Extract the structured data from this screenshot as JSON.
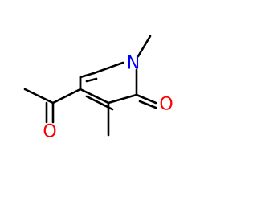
{
  "molecule": {
    "atoms": [
      {
        "id": "N1",
        "symbol": "N",
        "color": "#0000ff"
      },
      {
        "id": "O_ring",
        "symbol": "O",
        "color": "#ff0000"
      },
      {
        "id": "O_acetyl",
        "symbol": "O",
        "color": "#ff0000"
      }
    ]
  },
  "colors": {
    "bond": "#000000",
    "nitrogen": "#0000ff",
    "oxygen": "#ff0000"
  }
}
